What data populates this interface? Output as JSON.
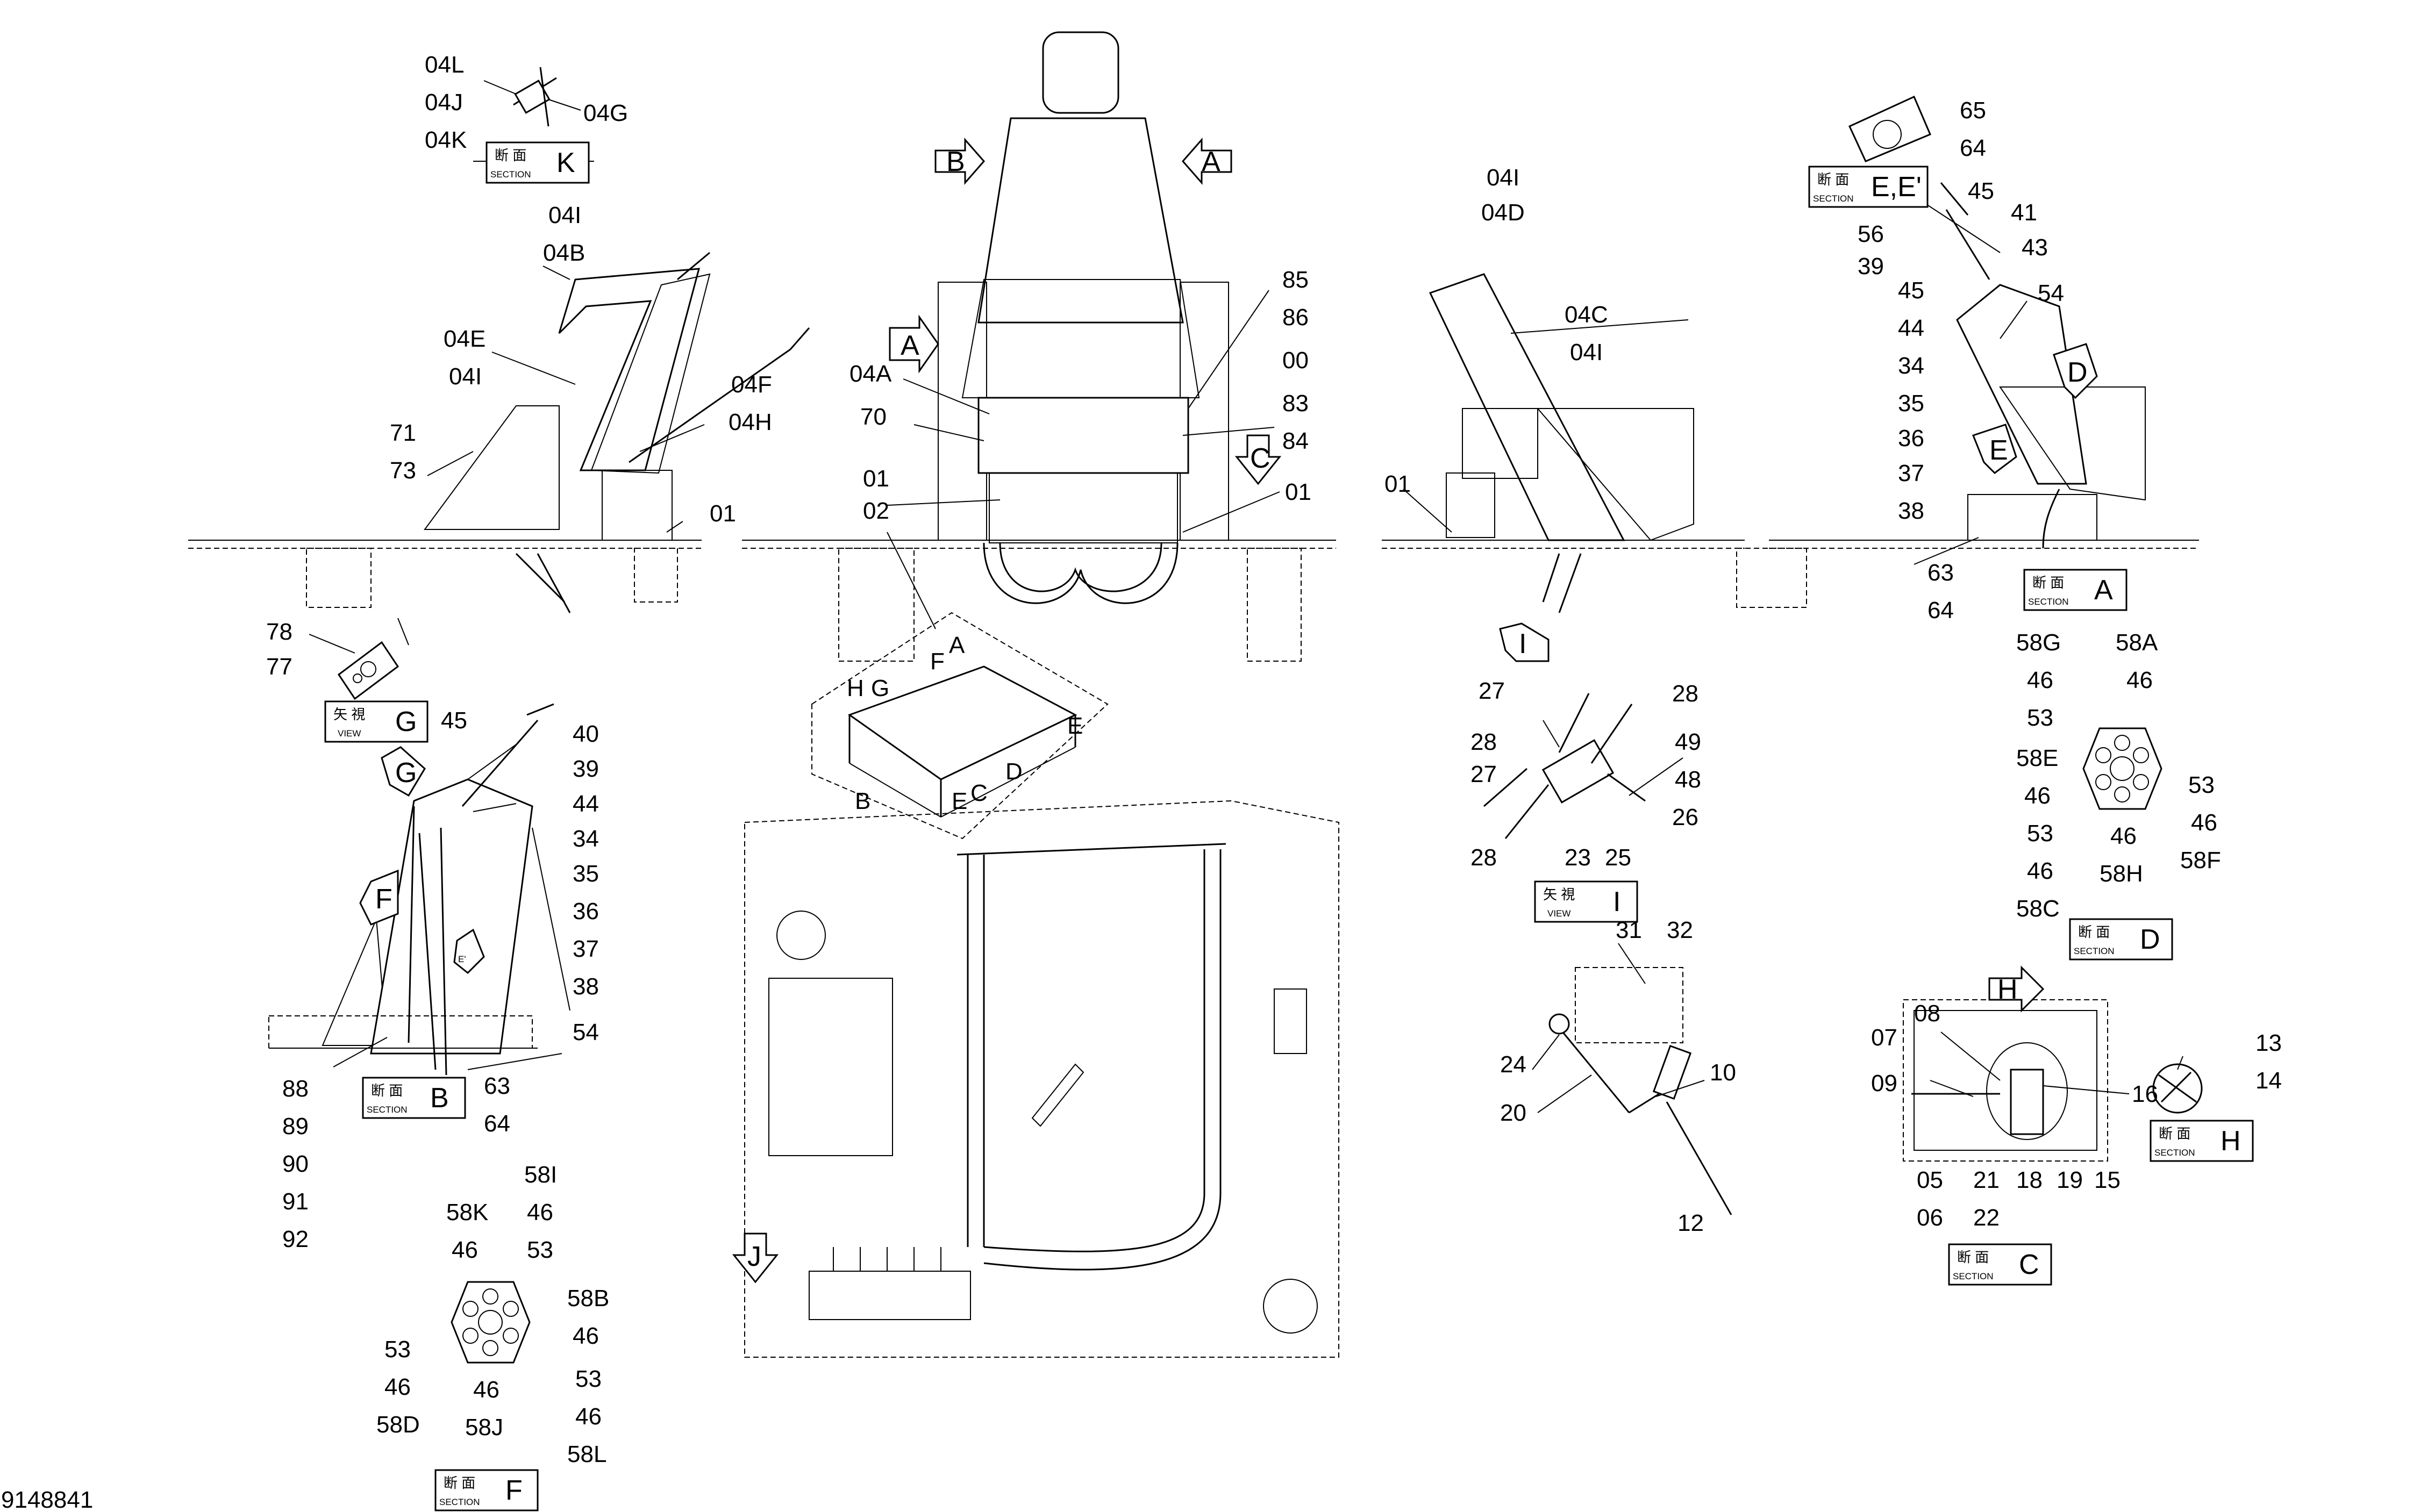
{
  "document_number": "9148841",
  "section_tags": [
    {
      "id": "K",
      "kanji": "断 面",
      "english": "SECTION"
    },
    {
      "id": "E,E'",
      "kanji": "断 面",
      "english": "SECTION"
    },
    {
      "id": "G",
      "kanji": "矢 視",
      "english": "VIEW"
    },
    {
      "id": "I",
      "kanji": "矢 視",
      "english": "VIEW"
    },
    {
      "id": "A",
      "kanji": "断 面",
      "english": "SECTION"
    },
    {
      "id": "B",
      "kanji": "断 面",
      "english": "SECTION"
    },
    {
      "id": "D",
      "kanji": "断 面",
      "english": "SECTION"
    },
    {
      "id": "H",
      "kanji": "断 面",
      "english": "SECTION"
    },
    {
      "id": "C",
      "kanji": "断 面",
      "english": "SECTION"
    },
    {
      "id": "F",
      "kanji": "断 面",
      "english": "SECTION"
    }
  ],
  "view_arrows": [
    "B",
    "A",
    "A",
    "C",
    "D",
    "E",
    "F",
    "G",
    "E'",
    "I",
    "H",
    "J"
  ],
  "callouts": {
    "view_k": [
      "04L",
      "04J",
      "04K",
      "04G"
    ],
    "left_side": [
      "04I",
      "04B",
      "04E",
      "04I",
      "04F",
      "04H",
      "71",
      "73",
      "01"
    ],
    "view_g": [
      "78",
      "77"
    ],
    "section_b": [
      "45",
      "40",
      "39",
      "44",
      "34",
      "35",
      "36",
      "37",
      "38",
      "54",
      "63",
      "64",
      "88",
      "89",
      "90",
      "91",
      "92"
    ],
    "section_f": [
      "58I",
      "46",
      "53",
      "58K",
      "46",
      "58B",
      "46",
      "53",
      "46",
      "58D",
      "53",
      "46",
      "58L",
      "46",
      "58J"
    ],
    "center": [
      "85",
      "86",
      "00",
      "04A",
      "70",
      "83",
      "84",
      "01",
      "02",
      "01"
    ],
    "detail_box": [
      "A",
      "F",
      "H",
      "G",
      "E",
      "D",
      "C",
      "E",
      "B"
    ],
    "right_side": [
      "04I",
      "04D",
      "04C",
      "04I",
      "01"
    ],
    "section_a": [
      "65",
      "64",
      "45",
      "41",
      "56",
      "43",
      "39",
      "45",
      "54",
      "44",
      "34",
      "35",
      "36",
      "37",
      "38",
      "63",
      "64"
    ],
    "view_i": [
      "27",
      "28",
      "28",
      "49",
      "27",
      "48",
      "26",
      "28",
      "23",
      "25"
    ],
    "section_d": [
      "58G",
      "58A",
      "46",
      "46",
      "53",
      "58E",
      "53",
      "46",
      "46",
      "53",
      "46",
      "58F",
      "46",
      "58H",
      "58C"
    ],
    "pedal": [
      "31",
      "32",
      "24",
      "20",
      "10",
      "12"
    ],
    "section_c": [
      "08",
      "07",
      "09",
      "16",
      "05",
      "06",
      "21",
      "22",
      "18",
      "19",
      "15"
    ],
    "section_h": [
      "13",
      "14"
    ]
  }
}
